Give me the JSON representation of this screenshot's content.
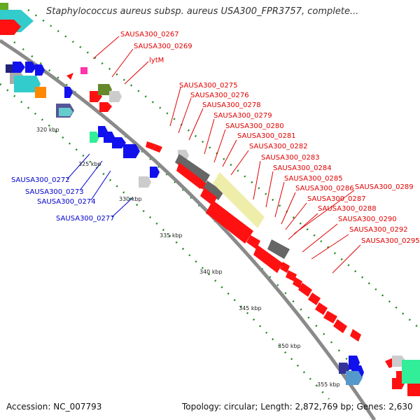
{
  "title": "Staphylococcus aureus subsp. aureus USA300_FPR3757, complete...",
  "footer": {
    "accession": "Accession: NC_007793",
    "summary": "Topology: circular; Length: 2,872,769 bp; Genes: 2,630"
  },
  "colors": {
    "forward_label": "#e00000",
    "reverse_label": "#0000cc",
    "backbone": "#8a8a8a",
    "tick": "#1a8a1a"
  },
  "kbp_labels": [
    "320 kbp",
    "325 kbp",
    "330 kbp",
    "335 kbp",
    "340 kbp",
    "345 kbp",
    "350 kbp",
    "355 kbp"
  ],
  "forward_gene_labels": [
    "SAUSA300_0267",
    "SAUSA300_0269",
    "lytM",
    "SAUSA300_0275",
    "SAUSA300_0276",
    "SAUSA300_0278",
    "SAUSA300_0279",
    "SAUSA300_0280",
    "SAUSA300_0281",
    "SAUSA300_0282",
    "SAUSA300_0283",
    "SAUSA300_0284",
    "SAUSA300_0285",
    "SAUSA300_0286",
    "SAUSA300_0289",
    "SAUSA300_0287",
    "SAUSA300_0288",
    "SAUSA300_0290",
    "SAUSA300_0292",
    "SAUSA300_0295"
  ],
  "reverse_gene_labels": [
    "SAUSA300_0272",
    "SAUSA300_0273",
    "SAUSA300_0274",
    "SAUSA300_0277"
  ]
}
